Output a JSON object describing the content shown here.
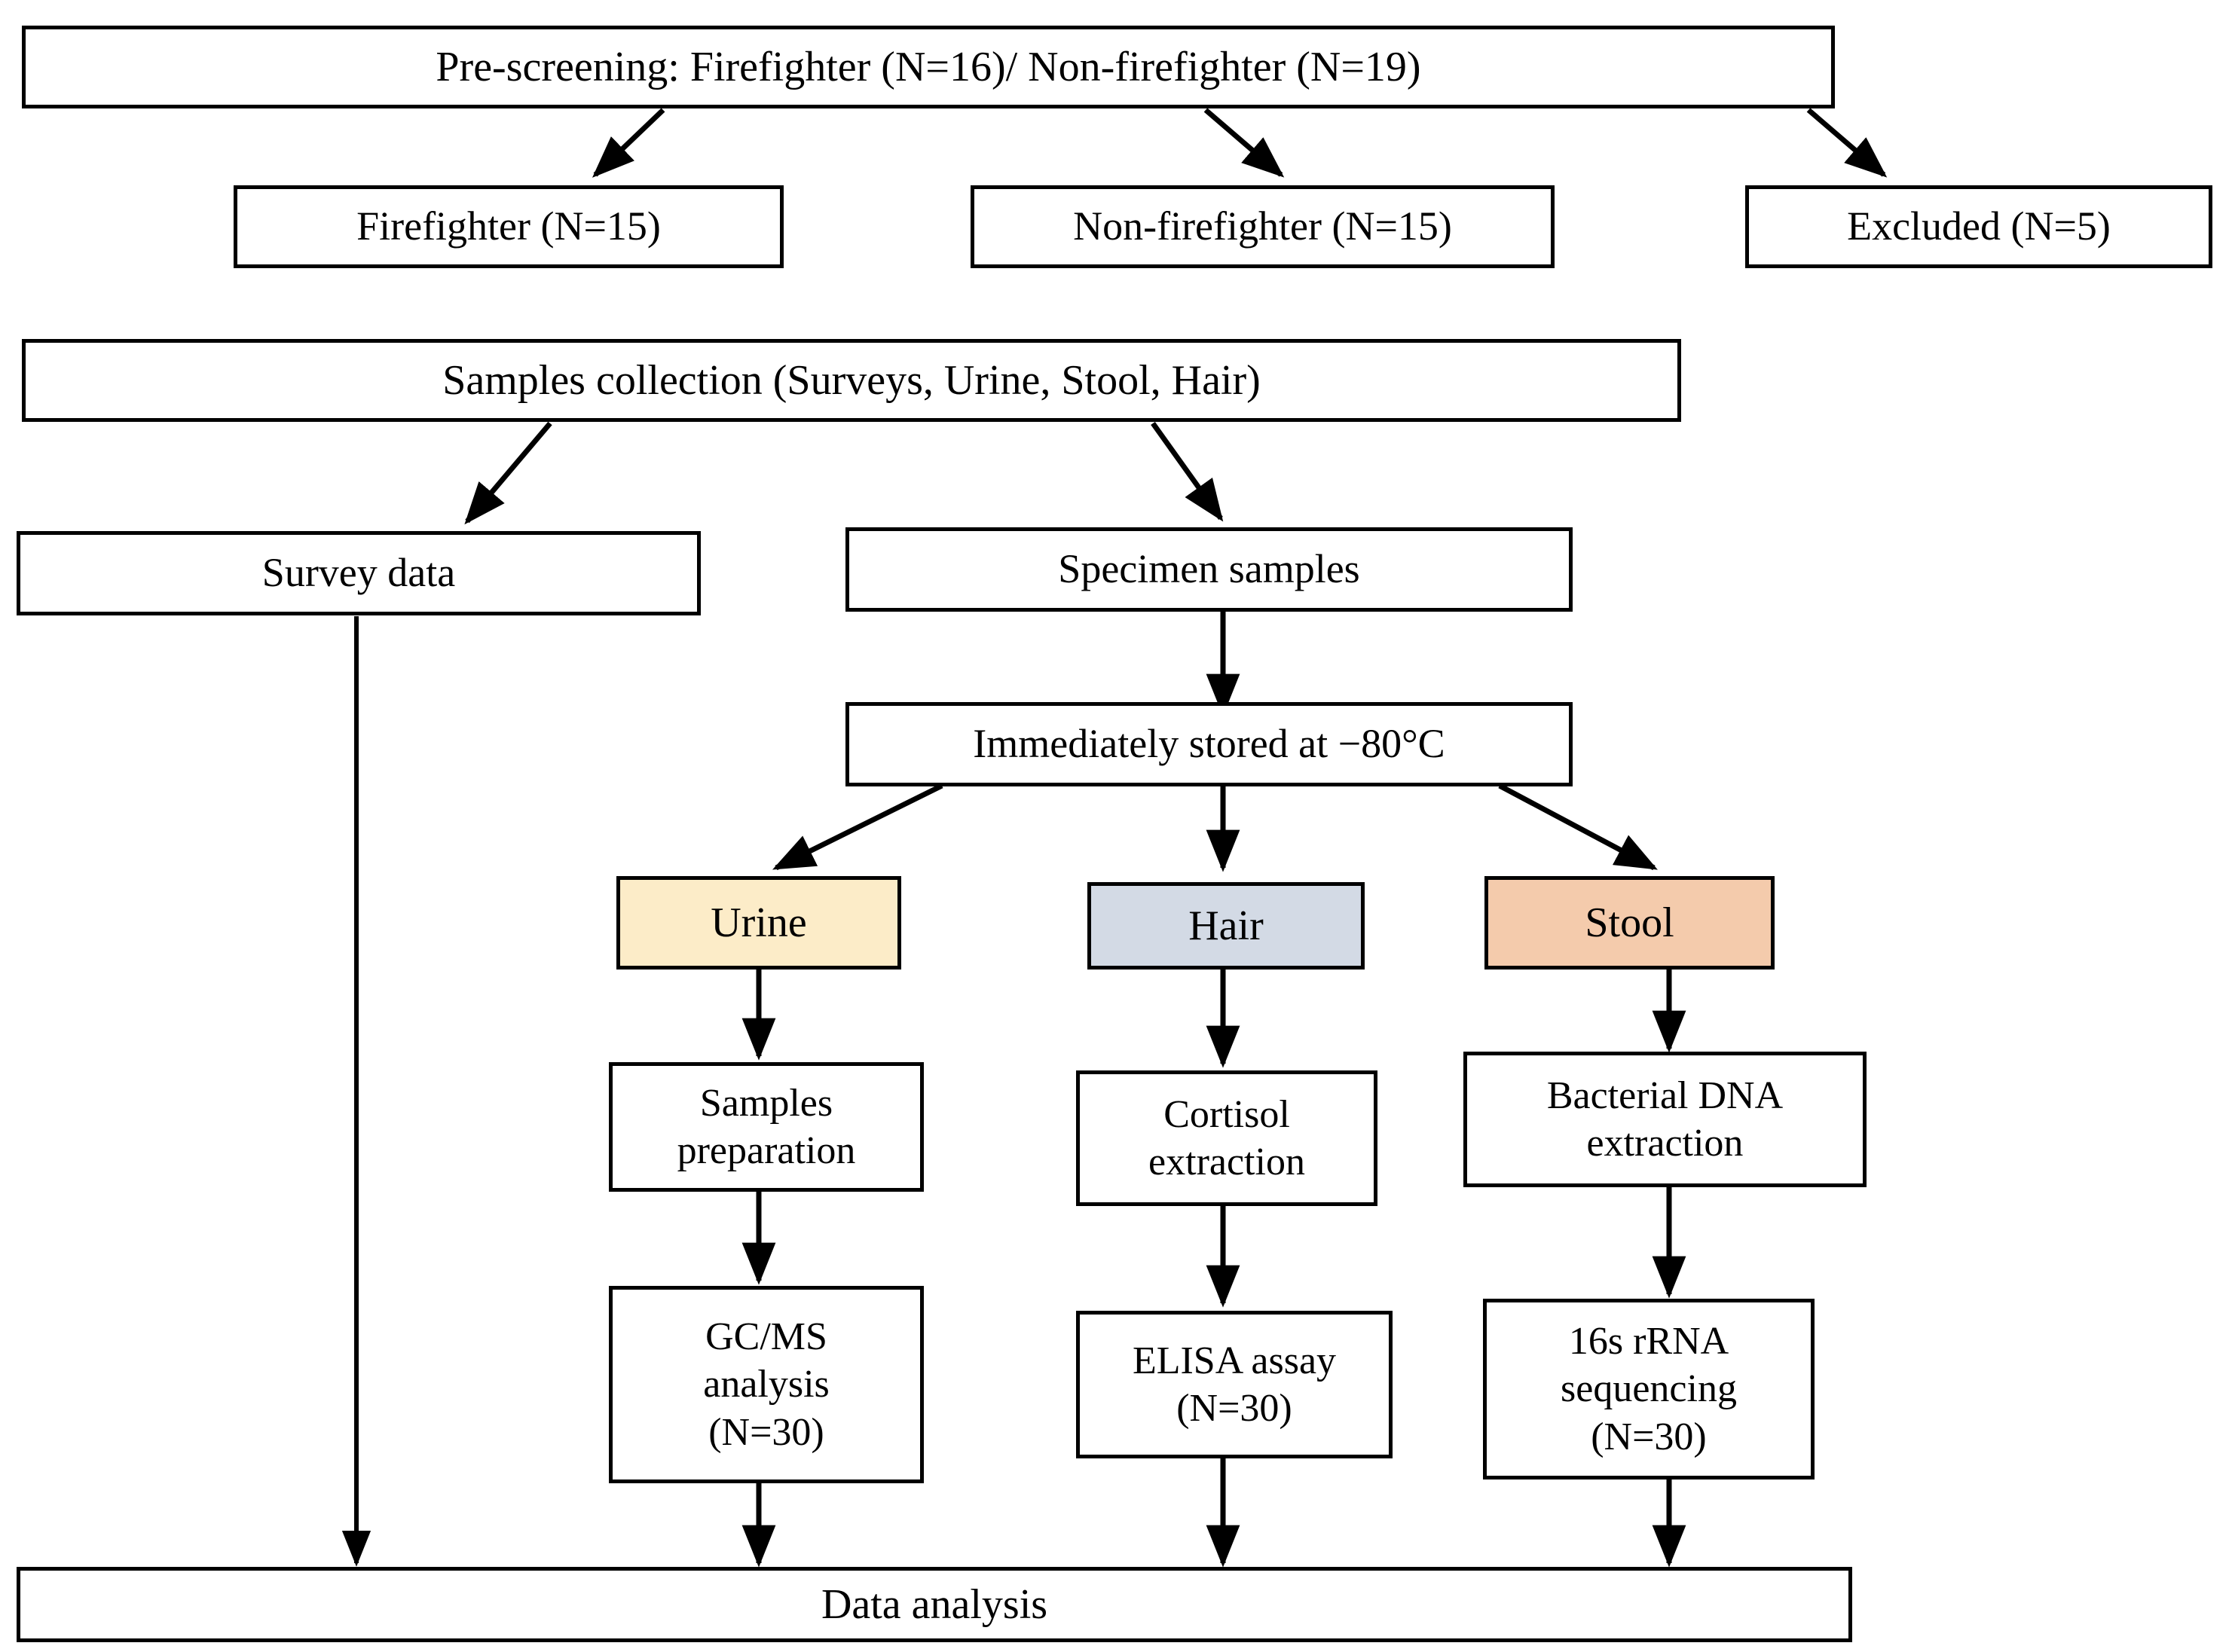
{
  "diagram": {
    "title": "Study design flowchart",
    "background": "#ffffff",
    "line_color": "#000000"
  },
  "nodes": {
    "pre_screening": {
      "label": "Pre-screening:  Firefighter (N=16)/ Non-firefighter (N=19)"
    },
    "firefighter": {
      "label": "Firefighter (N=15)"
    },
    "non_firefighter": {
      "label": "Non-firefighter (N=15)"
    },
    "excluded": {
      "label": "Excluded (N=5)"
    },
    "samples_collection": {
      "label": "Samples collection  (Surveys, Urine, Stool, Hair)"
    },
    "survey_data": {
      "label": "Survey data"
    },
    "specimen_samples": {
      "label": "Specimen samples"
    },
    "stored": {
      "label": "Immediately stored at −80°C"
    },
    "urine": {
      "label": "Urine",
      "color": "#FCECC8"
    },
    "hair": {
      "label": "Hair",
      "color": "#D3DAE5"
    },
    "stool": {
      "label": "Stool",
      "color": "#F4CBAC"
    },
    "samples_preparation": {
      "label": "Samples\npreparation"
    },
    "cortisol_extraction": {
      "label": "Cortisol\nextraction"
    },
    "bacterial_dna_extraction": {
      "label": "Bacterial DNA\nextraction"
    },
    "gcms_analysis": {
      "label": "GC/MS\nanalysis\n(N=30)"
    },
    "elisa_assay": {
      "label": "ELISA assay\n(N=30)"
    },
    "rrna_sequencing": {
      "label": "16s rRNA\nsequencing\n(N=30)"
    },
    "data_analysis": {
      "label": "Data analysis"
    }
  }
}
